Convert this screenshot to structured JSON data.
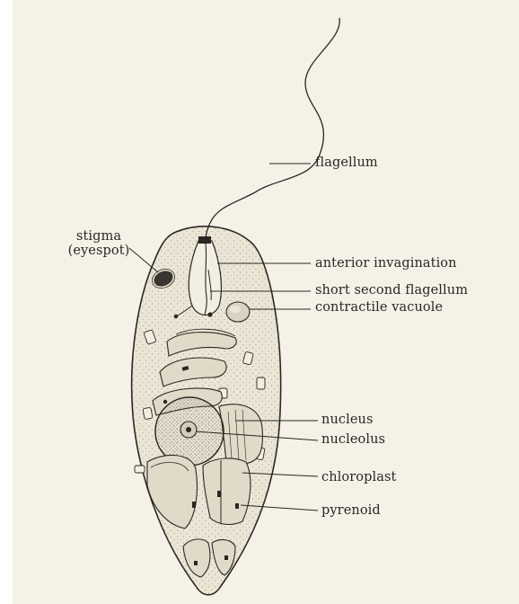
{
  "diagram": {
    "colors": {
      "ink": "#2a2622",
      "cell_fill": "#ebe5d6",
      "paper": "#f5f1e6",
      "eyespot": "#3a3430"
    },
    "labels": {
      "flagellum": "flagellum",
      "stigma_line1": "stigma",
      "stigma_line2": "(eyespot)",
      "anterior_invagination": "anterior invagination",
      "short_second_flagellum": "short second flagellum",
      "contractile_vacuole": "contractile vacuole",
      "nucleus": "nucleus",
      "nucleolus": "nucleolus",
      "chloroplast": "chloroplast",
      "pyrenoid": "pyrenoid"
    }
  }
}
